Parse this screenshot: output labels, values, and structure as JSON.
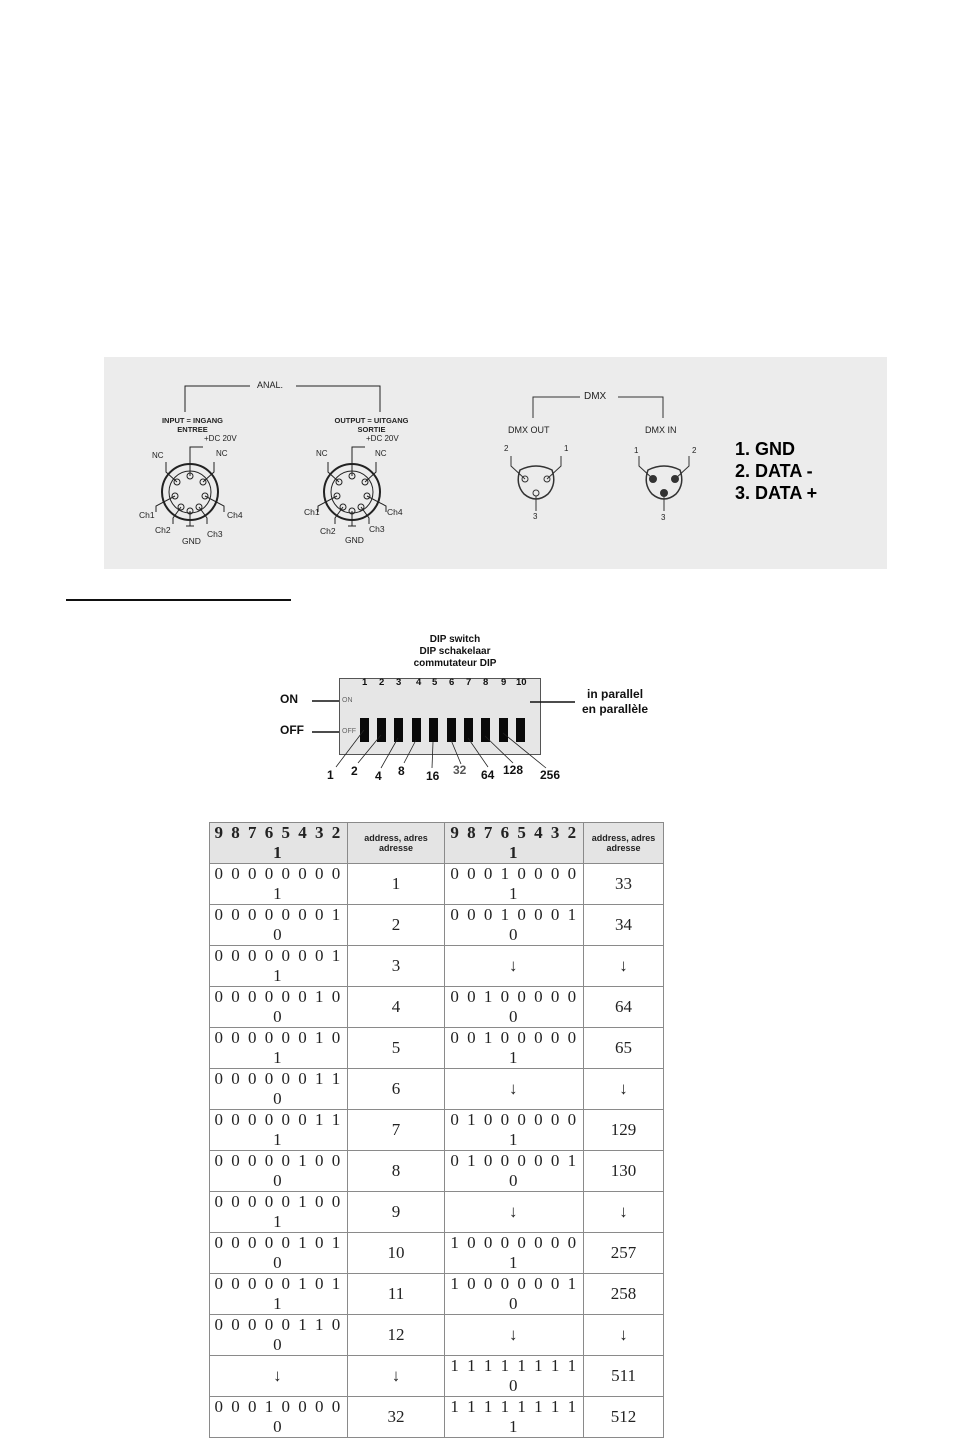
{
  "analog": {
    "group_label": "ANAL.",
    "input_label_1": "INPUT = INGANG",
    "input_label_2": "ENTREE",
    "output_label_1": "OUTPUT = UITGANG",
    "output_label_2": "SORTIE",
    "dc": "+DC 20V",
    "nc": "NC",
    "ch1": "Ch1",
    "ch2": "Ch2",
    "ch3": "Ch3",
    "ch4": "Ch4",
    "gnd": "GND"
  },
  "dmx": {
    "group_label": "DMX",
    "out_label": "DMX OUT",
    "in_label": "DMX IN",
    "pin1": "1",
    "pin2": "2",
    "pin3": "3"
  },
  "pin_legend": [
    "1. GND",
    "2. DATA -",
    "3. DATA +"
  ],
  "dip": {
    "title_lines": [
      "DIP switch",
      "DIP schakelaar",
      "commutateur DIP"
    ],
    "numbers": [
      "1",
      "2",
      "3",
      "4",
      "5",
      "6",
      "7",
      "8",
      "9",
      "10"
    ],
    "on_label": "ON",
    "off_label": "OFF",
    "on_small": "ON",
    "off_small": "OFF",
    "parallel_lines": [
      "in parallel",
      "en parallèle"
    ],
    "weights": [
      "1",
      "2",
      "4",
      "8",
      "16",
      "32",
      "64",
      "128",
      "256"
    ]
  },
  "address_table": {
    "headers": [
      "9 8 7 6 5 4 3 2 1",
      "address, adres adresse",
      "9 8 7 6 5 4 3 2 1",
      "address, adres adresse"
    ],
    "rows": [
      [
        "0 0 0 0 0 0 0 0 1",
        "1",
        "0 0 0 1 0 0 0 0 1",
        "33"
      ],
      [
        "0 0 0 0 0 0 0 1 0",
        "2",
        "0 0 0 1 0 0 0 1 0",
        "34"
      ],
      [
        "0 0 0 0 0 0 0 1 1",
        "3",
        "↓",
        "↓"
      ],
      [
        "0 0 0 0 0 0 1 0 0",
        "4",
        "0 0 1 0 0 0 0 0 0",
        "64"
      ],
      [
        "0 0 0 0 0 0 1 0 1",
        "5",
        "0 0 1 0 0 0 0 0 1",
        "65"
      ],
      [
        "0 0 0 0 0 0 1 1 0",
        "6",
        "↓",
        "↓"
      ],
      [
        "0 0 0 0 0 0 1 1 1",
        "7",
        "0 1 0 0 0 0 0 0 1",
        "129"
      ],
      [
        "0 0 0 0 0 1 0 0 0",
        "8",
        "0 1 0 0 0 0 0 1 0",
        "130"
      ],
      [
        "0 0 0 0 0 1 0 0 1",
        "9",
        "↓",
        "↓"
      ],
      [
        "0 0 0 0 0 1 0 1 0",
        "10",
        "1 0 0 0 0 0 0 0 1",
        "257"
      ],
      [
        "0 0 0 0 0 1 0 1 1",
        "11",
        "1 0 0 0 0 0 0 1 0",
        "258"
      ],
      [
        "0 0 0 0 0 1 1 0 0",
        "12",
        "↓",
        "↓"
      ],
      [
        "↓",
        "↓",
        "1 1 1 1 1 1 1 1 0",
        "511"
      ],
      [
        "0 0 0 1 0 0 0 0 0",
        "32",
        "1 1 1 1 1 1 1 1 1",
        "512"
      ]
    ]
  }
}
